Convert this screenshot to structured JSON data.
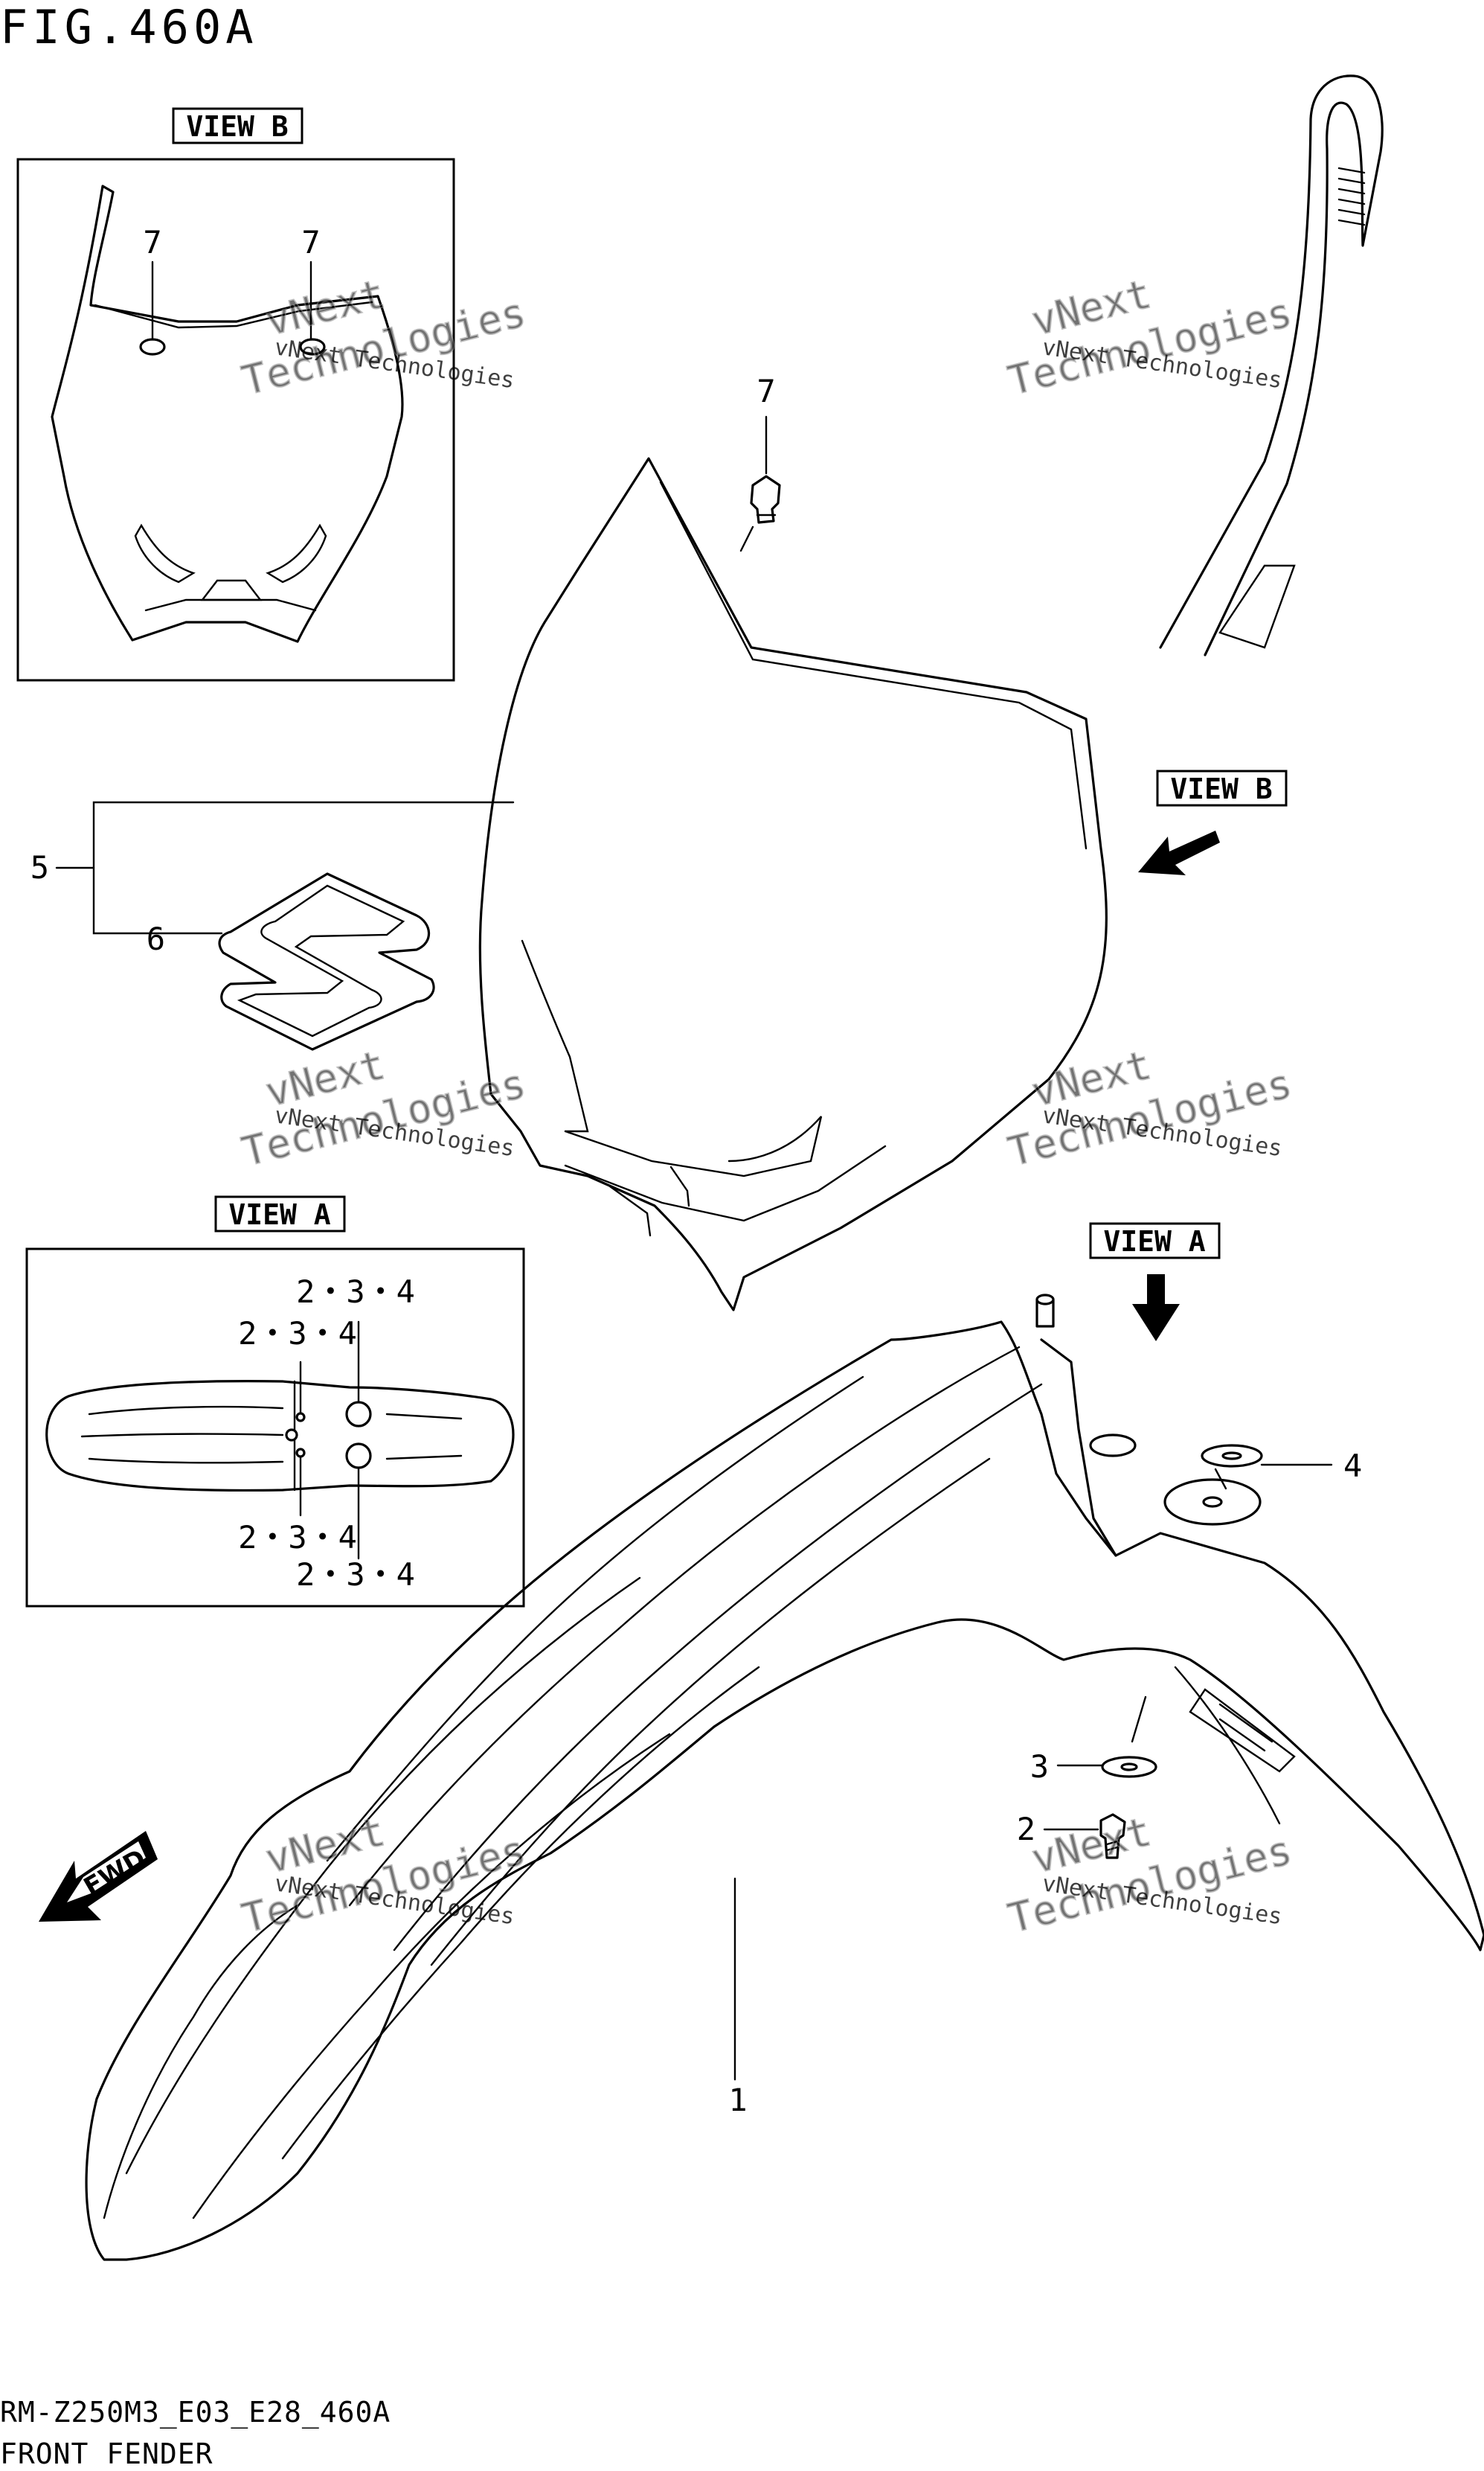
{
  "header": {
    "figure_title": "FIG.460A"
  },
  "footer": {
    "model_code": "RM-Z250M3_E03_E28_460A",
    "section_name": "FRONT FENDER"
  },
  "views": {
    "view_b_label": "VIEW B",
    "view_a_label": "VIEW A",
    "view_b_arrow_label": "VIEW B",
    "view_a_arrow_label": "VIEW A"
  },
  "direction_badge": "FWD",
  "callouts": {
    "fender": "1",
    "bolt": "2",
    "washer": "3",
    "cushion": "4",
    "number_plate": "5",
    "emblem": "6",
    "nut": "7",
    "view_a_group": "2・3・4"
  },
  "watermark": {
    "line1": "vNext Technologies",
    "line2": "vNext",
    "line3": "Technologies"
  },
  "icons": {
    "direction_arrow": "fwd-arrow-icon",
    "view_arrow": "view-pointer-arrow-icon"
  }
}
